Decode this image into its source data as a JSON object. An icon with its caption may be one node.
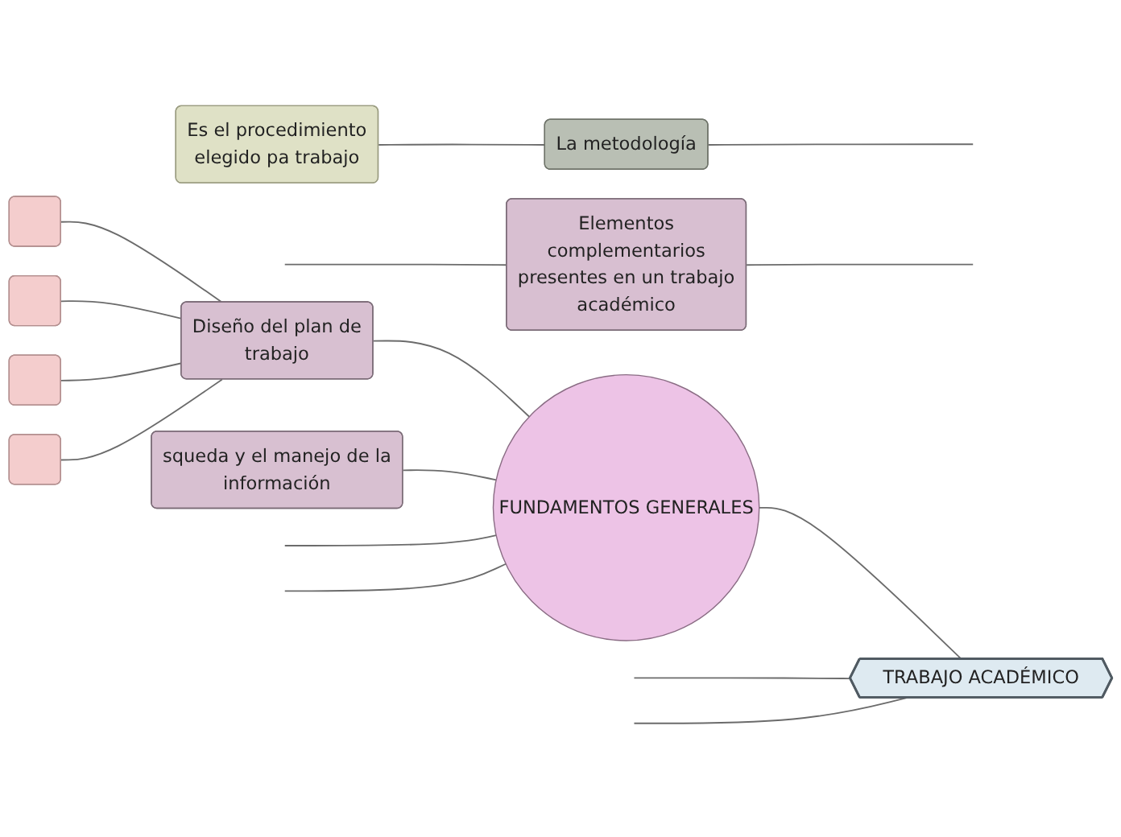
{
  "diagram": {
    "nodes": [
      {
        "text": [
          "TRABAJO ACADÉMICO"
        ]
      },
      {
        "text": [
          "FUNDAMENTOS GENERALES"
        ]
      },
      {
        "text": [
          "Diseño del plan de trabajo"
        ]
      },
      {
        "text": [],
        "shape": "box"
      },
      {
        "text": [],
        "shape": "box"
      },
      {
        "text": [],
        "shape": "box"
      },
      {
        "text": [],
        "shape": "box"
      },
      {
        "text": [
          "squeda y el manejo de la información"
        ]
      },
      {
        "text": [
          "La metodología"
        ]
      },
      {
        "text": [
          "Es el procedimiento elegido pa trabajo"
        ]
      },
      {
        "text": [
          "Elementos complementarios presentes en un trabajo académico"
        ]
      }
    ],
    "edges": [
      {
        "from": 0,
        "to": 1,
        "arrow": "none"
      },
      {
        "from": 1,
        "to": 2,
        "arrow": "none"
      },
      {
        "from": 2,
        "to": 3,
        "arrow": "none"
      },
      {
        "from": 2,
        "to": 4,
        "arrow": "none"
      },
      {
        "from": 2,
        "to": 5,
        "arrow": "none"
      },
      {
        "from": 2,
        "to": 6,
        "arrow": "none"
      },
      {
        "from": 1,
        "to": 7,
        "arrow": "none"
      },
      {
        "from": 8,
        "to": 9,
        "arrow": "none"
      },
      {
        "from": 0,
        "to": null,
        "arrow": "none"
      },
      {
        "from": 0,
        "to": null,
        "arrow": "none"
      },
      {
        "from": 1,
        "to": null,
        "arrow": "none"
      },
      {
        "from": 1,
        "to": null,
        "arrow": "none"
      },
      {
        "from": null,
        "to": 8,
        "arrow": "none"
      },
      {
        "from": null,
        "to": 10,
        "arrow": "none"
      },
      {
        "from": 10,
        "to": null,
        "arrow": "none"
      }
    ]
  }
}
